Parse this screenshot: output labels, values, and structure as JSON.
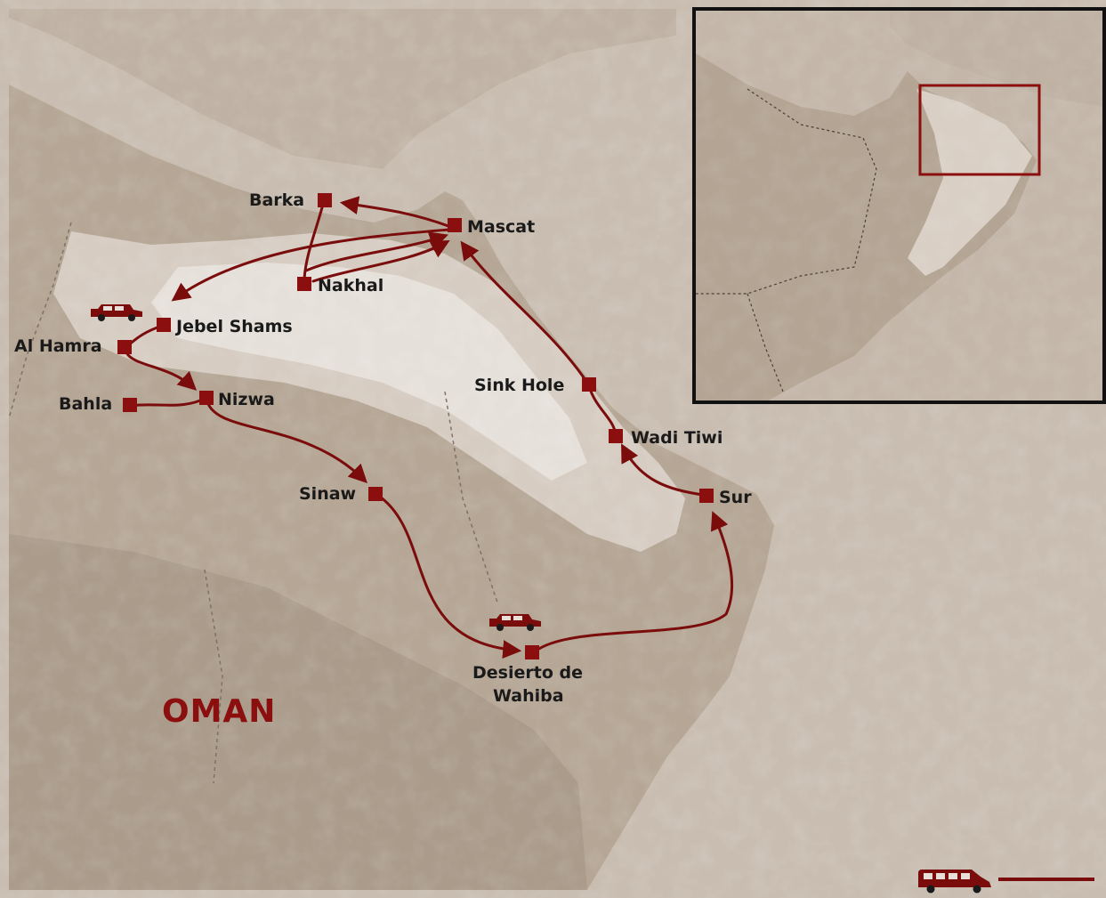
{
  "map": {
    "country_label": "OMAN",
    "route_color": "#7a0c0c",
    "marker_color": "#8b0f0f",
    "sea_color": "#c8bcb0",
    "land_color": "#b7a898",
    "highland_color": "#e4ddd6"
  },
  "cities": {
    "barka": "Barka",
    "mascat": "Mascat",
    "nakhal": "Nakhal",
    "jebel_shams": "Jebel Shams",
    "al_hamra": "Al Hamra",
    "bahla": "Bahla",
    "nizwa": "Nizwa",
    "sinaw": "Sinaw",
    "desierto_line1": "Desierto de",
    "desierto_line2": "Wahiba",
    "sur": "Sur",
    "wadi_tiwi": "Wadi Tiwi",
    "sink_hole": "Sink Hole"
  },
  "legend": {
    "vehicle_icon": "minibus-icon",
    "line_color": "#7a0c0c"
  },
  "icons": {
    "jeep_1": "jeep-icon",
    "jeep_2": "jeep-icon"
  }
}
